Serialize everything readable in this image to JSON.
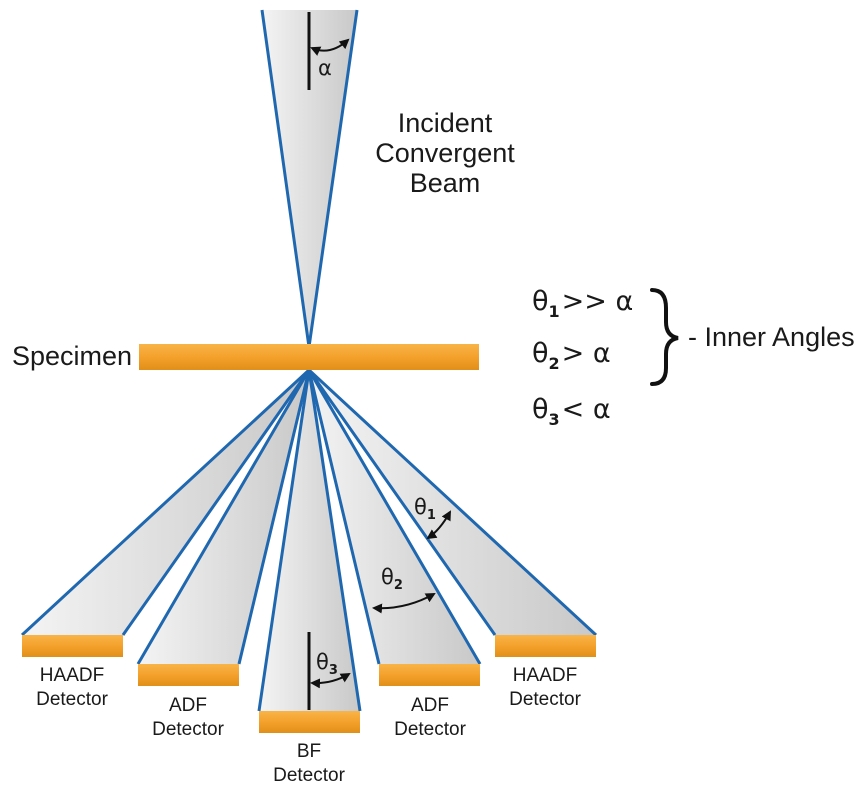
{
  "beam": {
    "label_lines": [
      "Incident",
      "Convergent",
      "Beam"
    ],
    "alpha": "α"
  },
  "specimen": {
    "label": "Specimen"
  },
  "detectors": [
    {
      "lines": [
        "HAADF",
        "Detector"
      ]
    },
    {
      "lines": [
        "ADF",
        "Detector"
      ]
    },
    {
      "lines": [
        "BF",
        "Detector"
      ]
    },
    {
      "lines": [
        "ADF",
        "Detector"
      ]
    },
    {
      "lines": [
        "HAADF",
        "Detector"
      ]
    }
  ],
  "angles": {
    "theta1": {
      "sym": "θ",
      "sub": "1"
    },
    "theta2": {
      "sym": "θ",
      "sub": "2"
    },
    "theta3": {
      "sym": "θ",
      "sub": "3"
    }
  },
  "conditions": [
    {
      "sym": "θ",
      "sub": "1",
      "rel": ">> α"
    },
    {
      "sym": "θ",
      "sub": "2",
      "rel": "> α"
    },
    {
      "sym": "θ",
      "sub": "3",
      "rel": "< α"
    }
  ],
  "inner_angles_label": "- Inner Angles",
  "colors": {
    "beam_edge": "#1f68b0",
    "orange": "#f5a531",
    "orange_dark": "#d98914",
    "cone_light": "#f7f7f7",
    "cone_dark": "#c9c9c9"
  }
}
